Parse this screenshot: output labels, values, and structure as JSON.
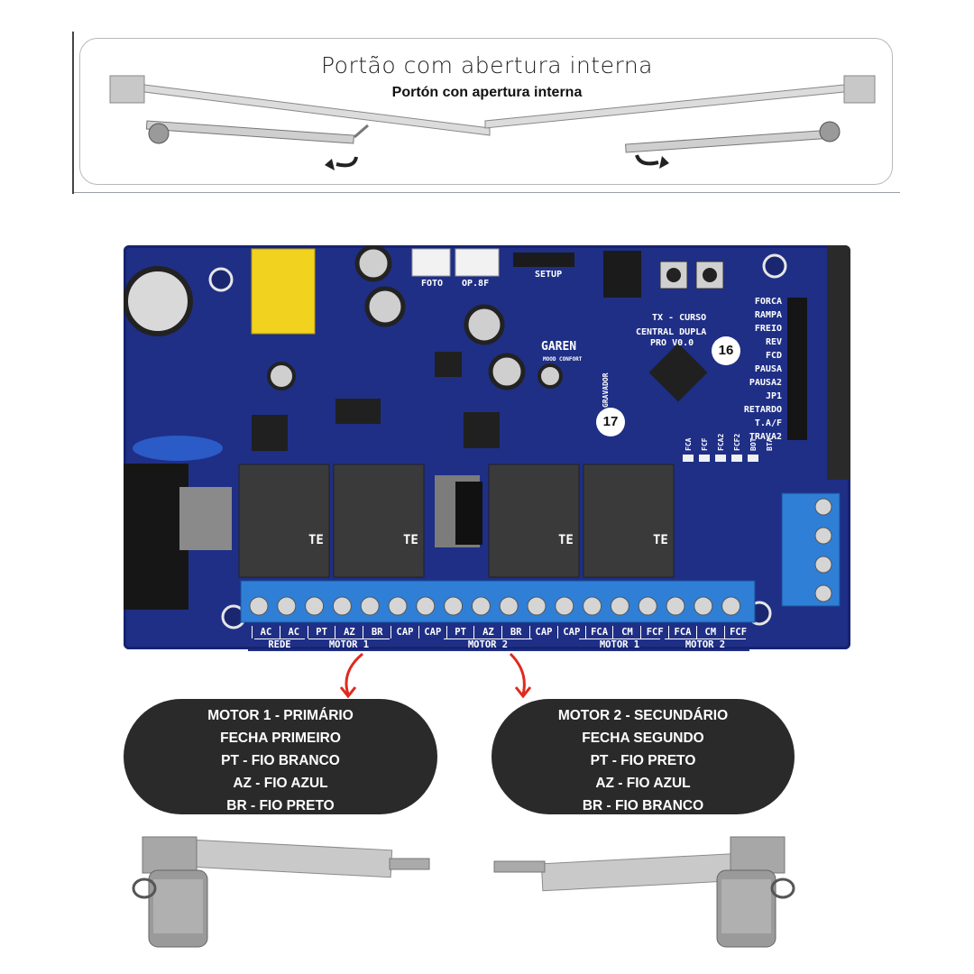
{
  "gate": {
    "title": "Portão com abertura interna",
    "subtitle": "Portón con apertura interna"
  },
  "board": {
    "brand": "GAREN",
    "brand_sub": "MOOD CONFORT",
    "model_line1": "CENTRAL DUPLA",
    "model_line2": "PRO V0.0",
    "tx_curso": "TX - CURSO",
    "setup": "SETUP",
    "foto": "FOTO",
    "op8f": "OP.8F",
    "gravador": "GRAVADOR",
    "callouts": {
      "c16": "16",
      "c17": "17"
    },
    "settings": [
      "FORCA",
      "RAMPA",
      "FREIO",
      "REV",
      "FCD",
      "PAUSA",
      "PAUSA2",
      "JP1",
      "RETARDO",
      "T.A/F",
      "TRAVA2"
    ],
    "leds": [
      "FCA",
      "FCF",
      "FCA2",
      "FCF2",
      "BOT",
      "BTA"
    ],
    "relay_brand": "TE",
    "terminals": [
      "AC",
      "AC",
      "PT",
      "AZ",
      "BR",
      "CAP",
      "CAP",
      "PT",
      "AZ",
      "BR",
      "CAP",
      "CAP",
      "FCA",
      "CM",
      "FCF",
      "FCA",
      "CM",
      "FCF"
    ],
    "groups": {
      "rede": "REDE",
      "motor1_power": "MOTOR 1",
      "motor2_power": "MOTOR 2",
      "motor1_limit": "MOTOR 1",
      "motor2_limit": "MOTOR 2"
    }
  },
  "motor1": {
    "lines": [
      "MOTOR 1 - PRIMÁRIO",
      "FECHA PRIMEIRO",
      "PT - FIO BRANCO",
      "AZ - FIO AZUL",
      "BR - FIO PRETO"
    ]
  },
  "motor2": {
    "lines": [
      "MOTOR 2 - SECUNDÁRIO",
      "FECHA SEGUNDO",
      "PT - FIO PRETO",
      "AZ - FIO AZUL",
      "BR - FIO BRANCO"
    ]
  },
  "colors": {
    "board": "#1f2f86",
    "terminal_block": "#2f7fd6",
    "pill": "#2a2a2a",
    "arrow_red": "#e02a1f",
    "relay": "#3a3a3a"
  }
}
